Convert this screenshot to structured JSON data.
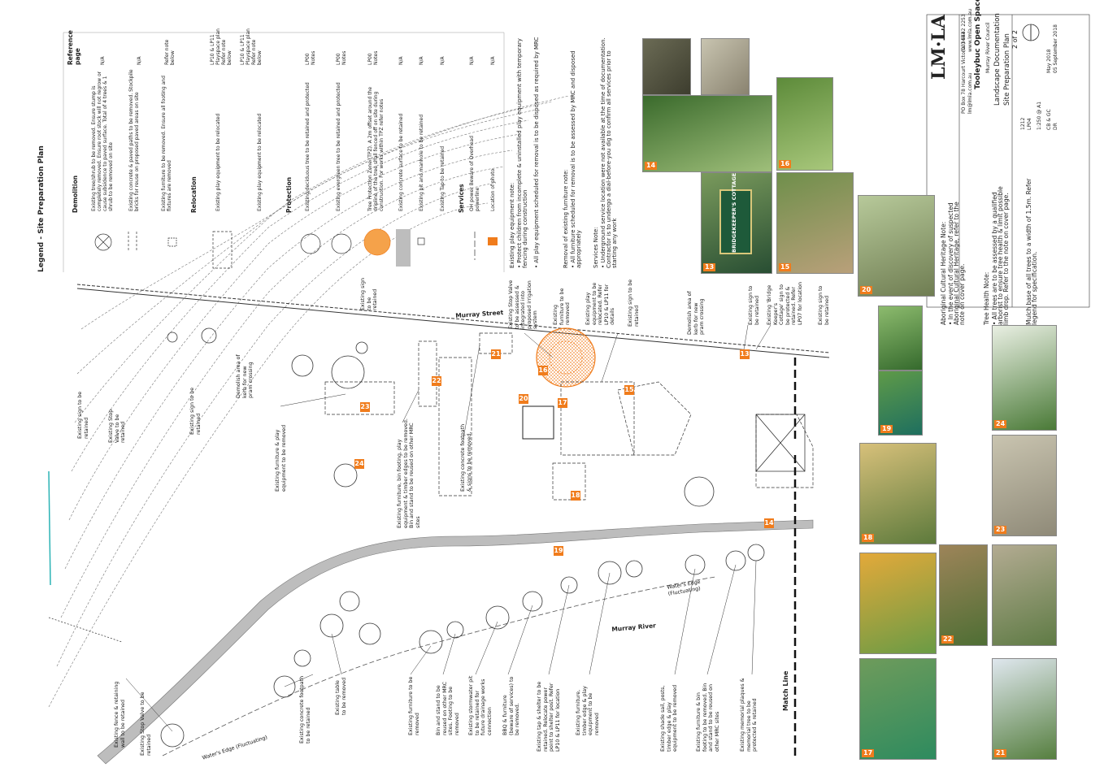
{
  "legend": {
    "title": "Legend - Site Preparation Plan",
    "col_ref": "Reference page",
    "demolition_head": "Demolition",
    "relocation_head": "Relocation",
    "protection_head": "Protection",
    "services_head": "Services",
    "rows": [
      {
        "text": "Existing tree/shrub to be removed. Ensure stump is completely removed. Ensure root stock will not regrow or cause subsidence to paved surface. Total of 4 trees & 1 shrub to be removed on site",
        "ref": "N/A"
      },
      {
        "text": "Existing concrete & paved paths to be removed. Stockpile bricks for reuse on proposed paved areas on site",
        "ref": "N/A"
      },
      {
        "text": "Existing furniture to be removed. Ensure all footing and fixtures are removed",
        "ref": "Refer note below"
      },
      {
        "text": "Existing play equipment to be relocated",
        "ref": "LP10 & LP11 Playspace plan Refer note below"
      },
      {
        "text": "Existing play equipment to be relocated",
        "ref": "LP10 & LP11 Playspace plan Refer note below"
      },
      {
        "text": "Existing deciduous tree to be retained and protected",
        "ref": "LP00 Notes"
      },
      {
        "text": "Existing evergreen tree to be retained and protected",
        "ref": "LP00 Notes"
      },
      {
        "text": "Tree Protection Zone (TPZ). A 2m offset around the dripline of the tree shall fenced off on site during construction. For works within TPZ refer notes",
        "ref": "LP00 Notes"
      },
      {
        "text": "Existing concrete surface to be retained",
        "ref": "N/A"
      },
      {
        "text": "Existing pit and manhole to be retained",
        "ref": "N/A"
      },
      {
        "text": "Existing Tap to be retained",
        "ref": "N/A"
      },
      {
        "text": "OH power Beware of Overhead powerline",
        "ref": "N/A"
      },
      {
        "text": "Location of photo",
        "ref": "N/A"
      }
    ],
    "notes": [
      "Existing play equipment note:",
      "• Protect children from incomplete & uninstalled play equipment with temporary fencing during construction",
      "• All play equipment scheduled for removal is to be disposed as required by MRC",
      "Removal of existing furniture note:",
      "• All furniture scheduled for removal is to be assessed by MRC and disposed appropriately",
      "Services Note:",
      "• Underground service location were not available at the time of documentation. Contractor is to undergo a dial-before-you dig to confirm all services prior to starting any work"
    ]
  },
  "heritage": [
    "Aboriginal Cultural Heritage Note:",
    "• In the event of discovery of suspected Aboriginal Cultural Heritage, refer to the note on cover page."
  ],
  "tree_health": [
    "Tree Health Note:",
    "• All trees are to be assessed by a qualified arborist to ensure tree health & limit possible limb drop. Refer to the note on cover page.",
    "Mulch base of all trees to a width of 1.5m. Refer legend for specification."
  ],
  "title_block": {
    "logo": "LM·LA",
    "address": "PO Box 78  Harcourt  Victoria  3453",
    "phone": "(03) 5442 2253",
    "email": "lm@lmla.com.au",
    "web": "www.lmla.com.au",
    "project": "Tooleybuc Open Space",
    "client": "Murray River Council",
    "doc": "Landscape Documentation",
    "sheet_title": "Site Preparation Plan",
    "sheet": "2 of 2",
    "project_no": "1212",
    "drawing_no": "LP04",
    "scale": "1:250 @ A1",
    "designed_by": "CB & GC",
    "drawn_by": "DR",
    "date": "May 2018",
    "revision_date": "05 September 2018"
  },
  "plan": {
    "murray_street": "Murray Street",
    "murray_river": "Murray River",
    "match_line": "Match Line",
    "waters_edge_1": "Water's Edge (Fluctuating)",
    "waters_edge_2": "Water's Edge (Fluctuating)",
    "cottage_sign": "BRIDGEKEEPER'S COTTAGE"
  },
  "annotations": [
    "Existing fence & retaining wall to be retained",
    "Existing Stop Valve to be retained",
    "Existing concrete footpath to be retained",
    "Existing table to be removed",
    "Existing furniture to be removed",
    "Bin and stand to be reused on other MRC sites. Footing to be removed",
    "Existing stormwater pit to be retained for future drainage works connection",
    "BBQ & furniture (beware of services) to be removed.",
    "Existing tap & shelter to be retained. Relocate power point to shelter post. Refer LP10 & LP11 for location",
    "Existing furniture, timber edge & play equipment to be removed",
    "Existing shade sail, posts, timber edge & play equipment to be removed",
    "Existing furniture & bin footing to be removed. Bin and stand to be reused on other MRC sites",
    "Existing memorial plaques & memorial tree to be protected & retained",
    "Existing Stop Valve to be retained",
    "Existing sign to be retained",
    "Existing sign to be retained",
    "Demolish area of kerb for new pram crossing",
    "Existing furniture & play equipment to be removed",
    "Existing furniture, bin footing, play equipment & timber edges to be removed. Bin and stand to be reused on other MRC sites",
    "Existing concrete footpath & signs to be removed.",
    "Existing sign to be retained",
    "Existing Stop Valve to be assessed & integrated into proposed irrigation system",
    "Existing furniture to be removed",
    "Existing play equipment to be relocated. Refer LP10 & LP11 for details",
    "Existing sign to be retained",
    "Demolish area of kerb for new pram crossing",
    "Existing sign to be retained",
    "Existing 'Bridge Keeper's Cottage' sign to be protected & retained. Refer LP07 for location",
    "Existing sign to be retained"
  ],
  "photo_numbers": [
    "13",
    "14",
    "15",
    "16",
    "17",
    "18",
    "19",
    "20",
    "21",
    "22",
    "23",
    "24"
  ],
  "plan_tags": [
    "13",
    "14",
    "15",
    "16",
    "17",
    "18",
    "19",
    "20",
    "21",
    "22",
    "23",
    "24"
  ],
  "colors": {
    "tag": "#f07c1c",
    "tpz": "#f5a24a",
    "paving": "#bdbdbd"
  }
}
